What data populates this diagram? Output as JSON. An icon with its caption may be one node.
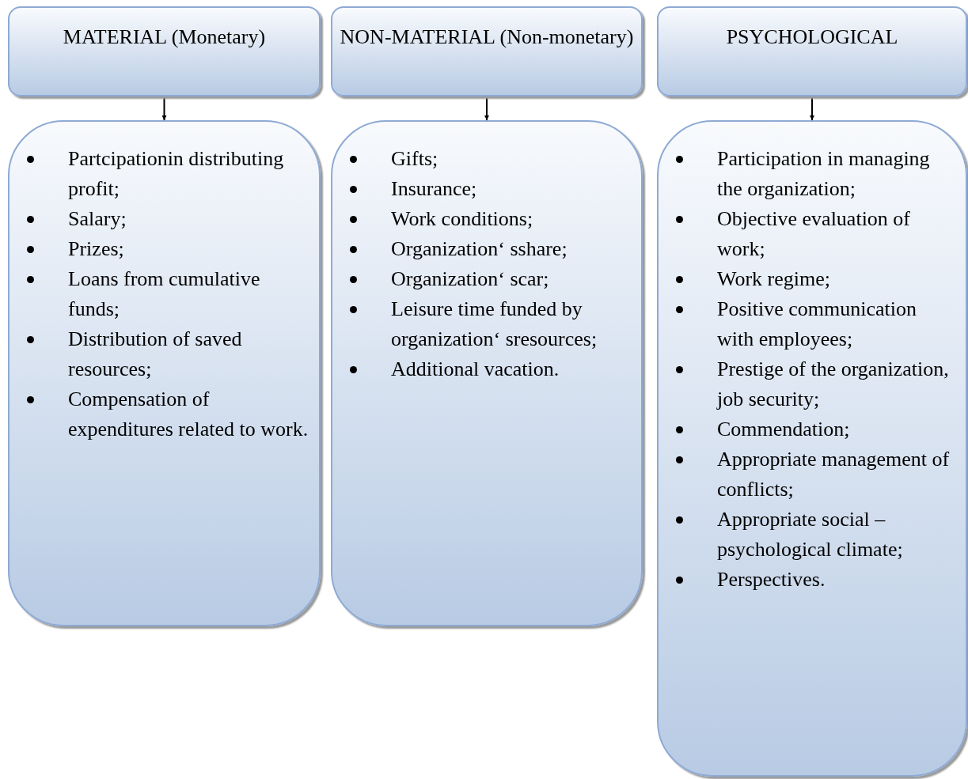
{
  "diagram": {
    "nodes": [
      {
        "text": [
          "MATERIAL (Monetary)"
        ]
      },
      {
        "text": [
          "NON-MATERIAL (Non-monetary)"
        ]
      },
      {
        "text": [
          "PSYCHOLOGICAL"
        ]
      },
      {
        "text": [
          "Partcipationin distributing profit;",
          "Salary;",
          "Prizes;",
          "Loans from cumulative funds;",
          "Distribution of saved resources;",
          "Compensation of expenditures related to work."
        ]
      },
      {
        "text": [
          "Gifts;",
          "Insurance;",
          "Work conditions;",
          "Organization‘ sshare;",
          "Organization‘ scar;",
          "Leisure time funded by organization‘ sresources;",
          "Additional vacation."
        ]
      },
      {
        "text": [
          "Participation in managing the organization;",
          "Objective evaluation of work;",
          "Work regime;",
          "Positive communication with employees;",
          "Prestige of the organization, job security;",
          "Commendation;",
          "Appropriate management of conflicts;",
          "Appropriate social – psychological climate;",
          "Perspectives."
        ]
      }
    ],
    "edges": [
      {
        "from": 0,
        "to": 3,
        "arrow": "to"
      },
      {
        "from": 1,
        "to": 4,
        "arrow": "to"
      },
      {
        "from": 2,
        "to": 5,
        "arrow": "to"
      }
    ]
  }
}
